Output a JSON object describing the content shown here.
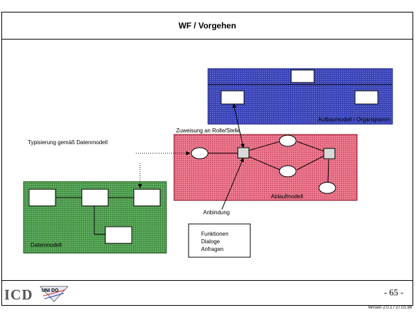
{
  "header": {
    "title": "WF / Vorgehen"
  },
  "diagram": {
    "org_model_label": "Aufbaumodell / Organigramm",
    "process_model_label": "Ablaufmodell",
    "data_model_label": "Datenmodell",
    "assignment_label": "Zuweisung an Rolle/Stelle",
    "typing_label": "Typisierung gemäß Datenmodell",
    "binding_label": "Anbindung",
    "functions_box": [
      "Funktionen",
      "Dialoge",
      "Anfragen"
    ]
  },
  "footer": {
    "logo_text": "ICD",
    "logo2_text": "UNI DO",
    "page_number": "- 65 -",
    "version": "Version 2.0.1 / 27.01.98"
  },
  "colors": {
    "org_fill": "#3a44b8",
    "process_fill": "#ea6f86",
    "data_fill": "#4f9e4f"
  }
}
